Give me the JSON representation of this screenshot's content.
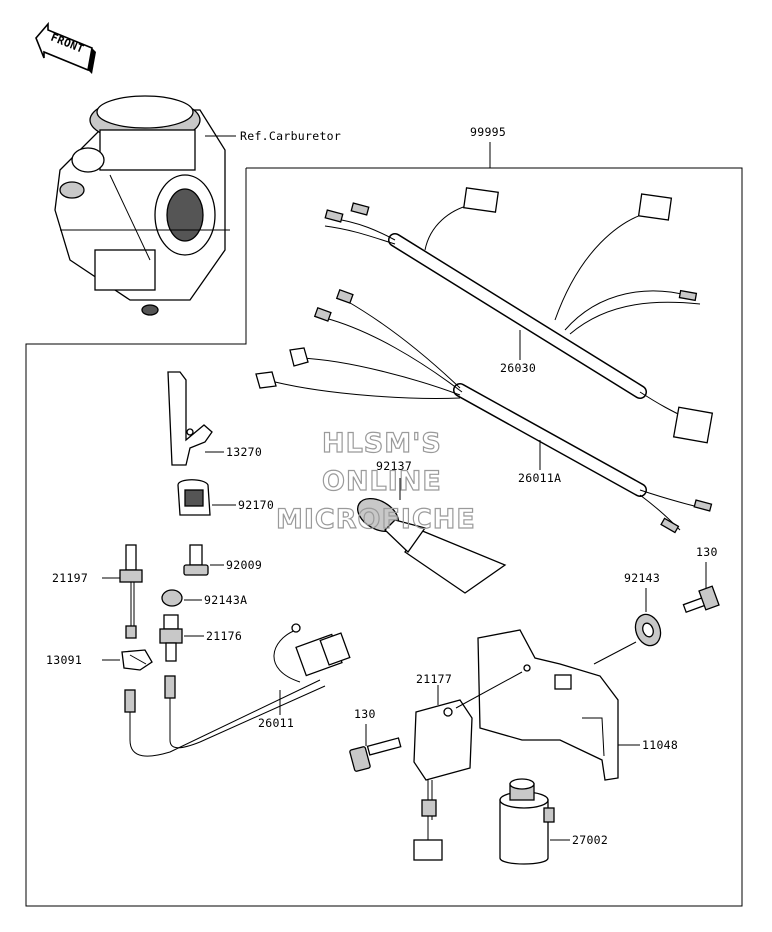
{
  "front_badge": {
    "text": "FRONT"
  },
  "reference": {
    "carburetor": "Ref.Carburetor"
  },
  "kit_number": "99995",
  "parts": {
    "p26030": "26030",
    "p26011A": "26011A",
    "p92137": "92137",
    "p13270": "13270",
    "p92170": "92170",
    "p92009": "92009",
    "p21197": "21197",
    "p92143A": "92143A",
    "p21176": "21176",
    "p13091": "13091",
    "p26011": "26011",
    "p130_right": "130",
    "p92143": "92143",
    "p21177": "21177",
    "p130_left": "130",
    "p11048": "11048",
    "p27002": "27002"
  },
  "watermark": {
    "line1": "HLSM'S",
    "line2": "ONLINE",
    "line3": "MICROFICHE"
  }
}
